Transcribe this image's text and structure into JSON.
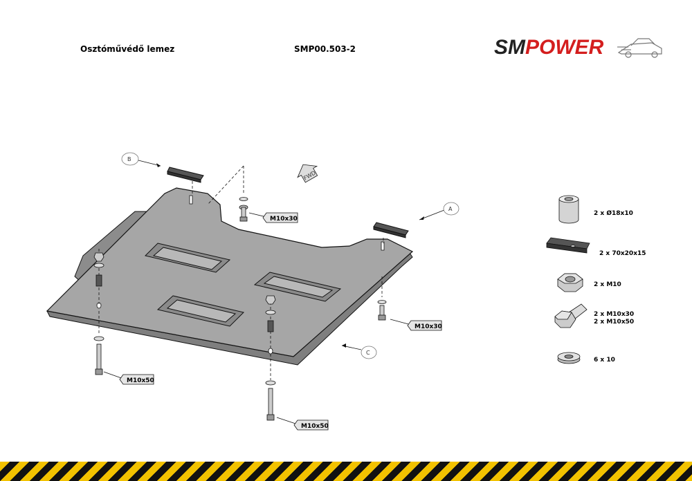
{
  "header": {
    "product_name": "Osztóművédő lemez",
    "product_code": "SMP00.503-2"
  },
  "brand": {
    "part1": "SM",
    "part2": "POWER",
    "color_dark": "#222222",
    "color_red": "#d41e1e"
  },
  "drawing": {
    "labels": {
      "a": "A",
      "b": "B",
      "c": "C",
      "fwd": "FWD"
    },
    "callouts": {
      "bolt_top": "M10x30",
      "bolt_right": "M10x30",
      "bolt_left": "M10x50",
      "bolt_bottom": "M10x50"
    }
  },
  "parts_list": [
    {
      "icon": "spacer-sleeve-icon",
      "qty": "2  x   Ø18x10"
    },
    {
      "icon": "plate-insert-icon",
      "qty": "2 x 70x20x15"
    },
    {
      "icon": "hex-nut-icon",
      "qty": "2 x  M10"
    },
    {
      "icon": "hex-bolt-icon",
      "qty": "2 x  M10x30",
      "qty2": "2 x  M10x50"
    },
    {
      "icon": "washer-icon",
      "qty": "6  x  10"
    }
  ],
  "colors": {
    "plate_fill": "#a6a6a6",
    "plate_shadow": "#7f7f7f",
    "line": "#111111",
    "hazard_yellow": "#f2c200",
    "hazard_black": "#111111"
  }
}
